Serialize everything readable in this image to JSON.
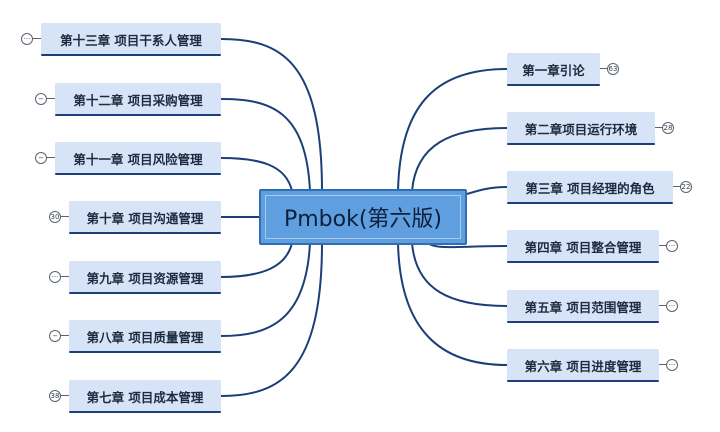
{
  "root": {
    "label": "Pmbok(第六版)"
  },
  "left_topics": [
    {
      "label": "第十三章 项目干系人管理",
      "badge": "···"
    },
    {
      "label": "第十二章 项目采购管理",
      "badge": "−"
    },
    {
      "label": "第十一章 项目风险管理",
      "badge": "−"
    },
    {
      "label": "第十章 项目沟通管理",
      "badge": "30"
    },
    {
      "label": "第九章 项目资源管理",
      "badge": "···"
    },
    {
      "label": "第八章 项目质量管理",
      "badge": "−"
    },
    {
      "label": "第七章 项目成本管理",
      "badge": "38"
    }
  ],
  "right_topics": [
    {
      "label": "第一章引论",
      "badge": "63"
    },
    {
      "label": "第二章项目运行环境",
      "badge": "28"
    },
    {
      "label": "第三章 项目经理的角色",
      "badge": "22"
    },
    {
      "label": "第四章 项目整合管理",
      "badge": "···"
    },
    {
      "label": "第五章 项目范围管理",
      "badge": "···"
    },
    {
      "label": "第六章 项目进度管理",
      "badge": "···"
    }
  ],
  "colors": {
    "root_fill": "#5f9fe0",
    "root_border": "#2f6eb5",
    "topic_fill": "#d7e4f8",
    "connector": "#1b3f76"
  }
}
